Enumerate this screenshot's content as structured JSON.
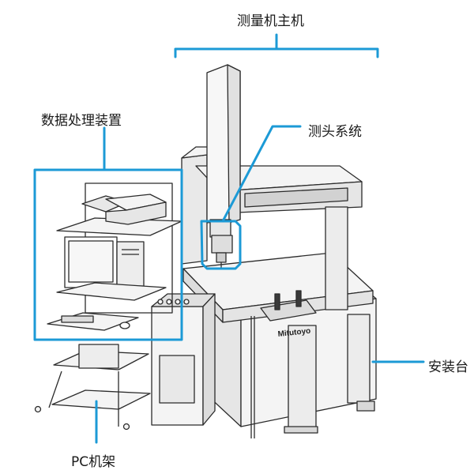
{
  "labels": {
    "host": "测量机主机",
    "probe": "测头系统",
    "data_processing": "数据处理装置",
    "install": "安装台",
    "pc_rack": "PC机架"
  },
  "brand": "Mitutoyo",
  "colors": {
    "callout": "#1c9ad6",
    "line": "#2b2b2b",
    "fill": "#f3f3f3"
  }
}
